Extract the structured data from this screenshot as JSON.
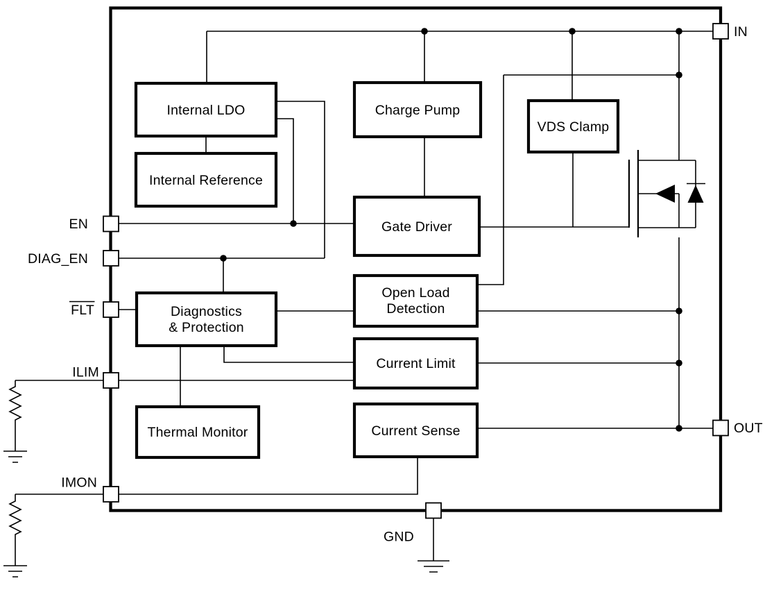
{
  "diagram": {
    "background_color": "#ffffff",
    "line_color": "#000000"
  },
  "blocks": {
    "internal_ldo": {
      "label": "Internal LDO"
    },
    "internal_reference": {
      "label": "Internal Reference"
    },
    "charge_pump": {
      "label": "Charge Pump"
    },
    "vds_clamp": {
      "label": "VDS Clamp"
    },
    "gate_driver": {
      "label": "Gate Driver"
    },
    "open_load_detection": {
      "line1": "Open Load",
      "line2": "Detection"
    },
    "diagnostics_protection": {
      "line1": "Diagnostics",
      "line2": "& Protection"
    },
    "current_limit": {
      "label": "Current Limit"
    },
    "thermal_monitor": {
      "label": "Thermal Monitor"
    },
    "current_sense": {
      "label": "Current Sense"
    }
  },
  "pins": {
    "in": {
      "label": "IN"
    },
    "en": {
      "label": "EN"
    },
    "diag_en": {
      "label": "DIAG_EN"
    },
    "flt": {
      "label": "FLT",
      "overline": true
    },
    "ilim": {
      "label": "ILIM"
    },
    "imon": {
      "label": "IMON"
    },
    "out": {
      "label": "OUT"
    },
    "gnd": {
      "label": "GND"
    }
  },
  "symbols": {
    "mosfet": "n-channel-mosfet-with-body-diode",
    "resistor": "zigzag-resistor",
    "ground": "earth-ground",
    "junction": "filled-dot"
  }
}
